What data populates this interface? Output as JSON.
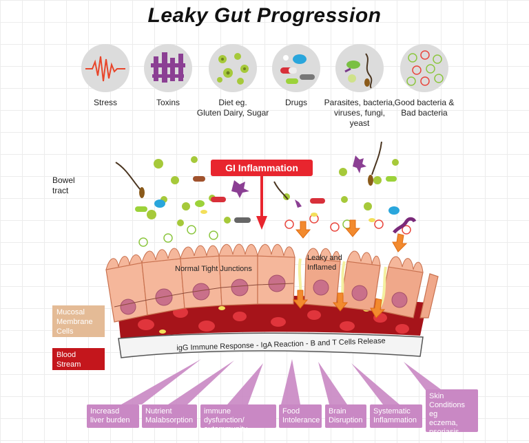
{
  "title": "Leaky Gut Progression",
  "causes": [
    {
      "label": "Stress",
      "icon": "stress-wave-icon"
    },
    {
      "label": "Toxins",
      "icon": "toxins-icon"
    },
    {
      "label": "Diet eg.\nGluten Dairy, Sugar",
      "icon": "diet-icon"
    },
    {
      "label": "Drugs",
      "icon": "drugs-pills-icon"
    },
    {
      "label": "Parasites, bacteria,\nviruses, fungi, yeast",
      "icon": "parasites-icon"
    },
    {
      "label": "Good bacteria &\nBad bacteria",
      "icon": "bacteria-faces-icon"
    }
  ],
  "bowel_label": "Bowel\ntract",
  "gi_label": "GI Inflammation",
  "normal_label": "Normal Tight Junctions",
  "leaky_label": "Leaky and\nInflamed",
  "blood_label": "igG Immune Response - IgA Reaction - B and T Cells Release",
  "legend": [
    {
      "label": "Mucosal\nMembrane\nCells",
      "color": "#e4bb96"
    },
    {
      "label": "Blood\nStream",
      "color": "#c4161c"
    }
  ],
  "effects": [
    {
      "label": "Increasd\nliver burden"
    },
    {
      "label": "Nutrient\nMalabsorption"
    },
    {
      "label": "immune dysfunction/\nautommunity"
    },
    {
      "label": "Food\nIntolerance"
    },
    {
      "label": "Brain\nDisruption"
    },
    {
      "label": "Systematic\nInflammation"
    },
    {
      "label": "Skin\nConditions eg\neczema,\npsoriasis"
    }
  ],
  "colors": {
    "effect": "#c988c4",
    "gi": "#e8252e",
    "arrow": "#f28a2e",
    "cell": "#f0a88a",
    "blood": "#a6141a"
  }
}
